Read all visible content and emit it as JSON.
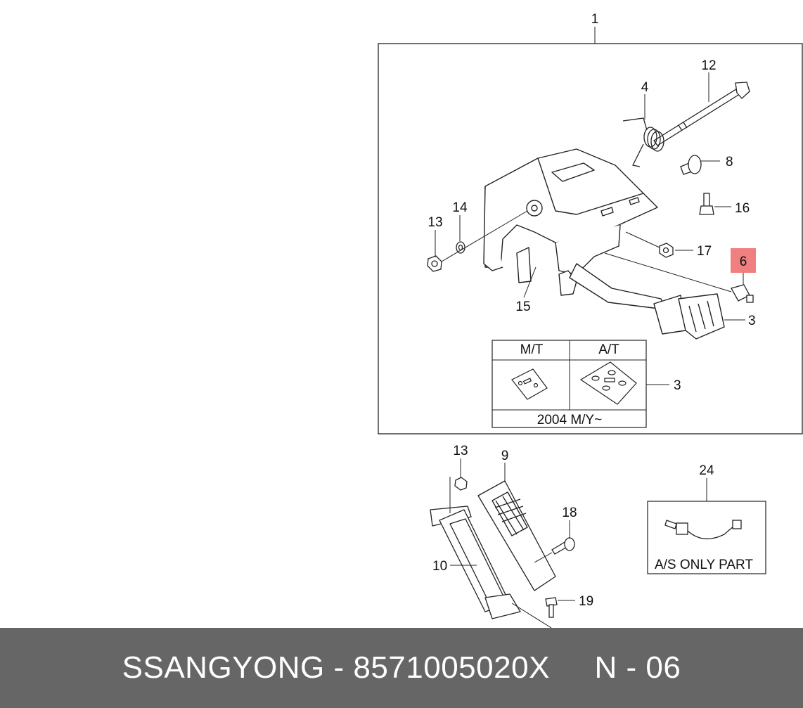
{
  "callouts": {
    "c1": "1",
    "c12": "12",
    "c4": "4",
    "c8": "8",
    "c16": "16",
    "c14": "14",
    "c13a": "13",
    "c17": "17",
    "c6": "6",
    "c15": "15",
    "c3a": "3",
    "c3b": "3",
    "c9": "9",
    "c13b": "13",
    "c18": "18",
    "c10": "10",
    "c19": "19",
    "c24": "24"
  },
  "pad_table": {
    "mt_header": "M/T",
    "at_header": "A/T",
    "year_note": "2004 M/Y~"
  },
  "as_box": {
    "note": "A/S ONLY PART"
  },
  "highlight_color": "#f08080",
  "footer": {
    "brand": "SSANGYONG",
    "part_number": "8571005020X",
    "page_ref": "N - 06"
  }
}
